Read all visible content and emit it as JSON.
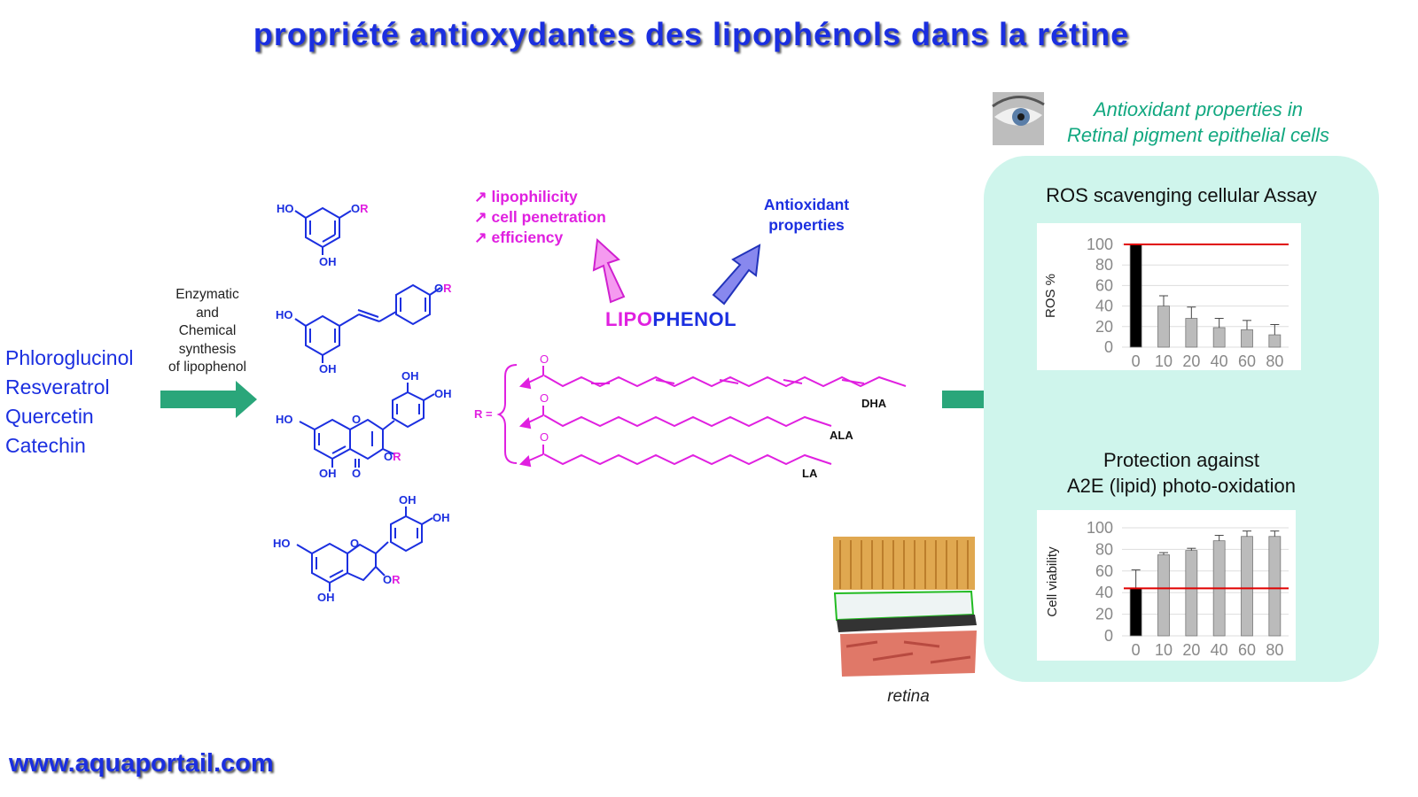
{
  "title": "propriété antioxydantes des lipophénols dans la rétine",
  "sources": [
    "Phloroglucinol",
    "Resveratrol",
    "Quercetin",
    "Catechin"
  ],
  "synthesis_label": [
    "Enzymatic",
    "and",
    "Chemical",
    "synthesis",
    "of lipophenol"
  ],
  "lipophenol_effects": [
    "↗ lipophilicity",
    "↗ cell penetration",
    "↗ efficiency"
  ],
  "antioxidant_label": [
    "Antioxidant",
    "properties"
  ],
  "lipophenol_label": {
    "part1": "LIPO",
    "part2": "PHENOL"
  },
  "structure_labels": {
    "ho": "HO",
    "oh": "OH",
    "or": "OR",
    "o": "O",
    "r_equals": "R =",
    "o_prefix": "O",
    "r_suffix": "R",
    "dha": "DHA",
    "ala": "ALA",
    "la": "LA"
  },
  "eye_caption": [
    "Antioxidant properties in",
    "Retinal pigment epithelial cells"
  ],
  "ros_title": "ROS scavenging cellular Assay",
  "protection_title": [
    "Protection against",
    "A2E (lipid) photo-oxidation"
  ],
  "retina_label": "retina",
  "footer": "www.aquaportail.com",
  "colors": {
    "blue": "#1b2fe0",
    "magenta": "#e020e0",
    "green": "#2aa67a",
    "red": "#e00000",
    "panel": "#cff5ec"
  },
  "chart_data": [
    {
      "type": "bar",
      "ylabel": "ROS %",
      "categories": [
        "0",
        "10",
        "20",
        "40",
        "60",
        "80"
      ],
      "values": [
        100,
        40,
        28,
        19,
        17,
        12
      ],
      "errors": [
        0,
        10,
        11,
        9,
        9,
        10
      ],
      "ylim": [
        0,
        100
      ],
      "yticks": [
        0,
        20,
        40,
        60,
        80,
        100
      ],
      "reference_line": 100,
      "bar_colors": [
        "#000000",
        "#bbbbbb",
        "#bbbbbb",
        "#bbbbbb",
        "#bbbbbb",
        "#bbbbbb"
      ]
    },
    {
      "type": "bar",
      "ylabel": "Cell viability",
      "categories": [
        "0",
        "10",
        "20",
        "40",
        "60",
        "80"
      ],
      "values": [
        44,
        75,
        79,
        88,
        92,
        92
      ],
      "errors": [
        17,
        2,
        2,
        5,
        5,
        5
      ],
      "ylim": [
        0,
        100
      ],
      "yticks": [
        0,
        20,
        40,
        60,
        80,
        100
      ],
      "reference_line": 44,
      "bar_colors": [
        "#000000",
        "#bbbbbb",
        "#bbbbbb",
        "#bbbbbb",
        "#bbbbbb",
        "#bbbbbb"
      ]
    }
  ]
}
